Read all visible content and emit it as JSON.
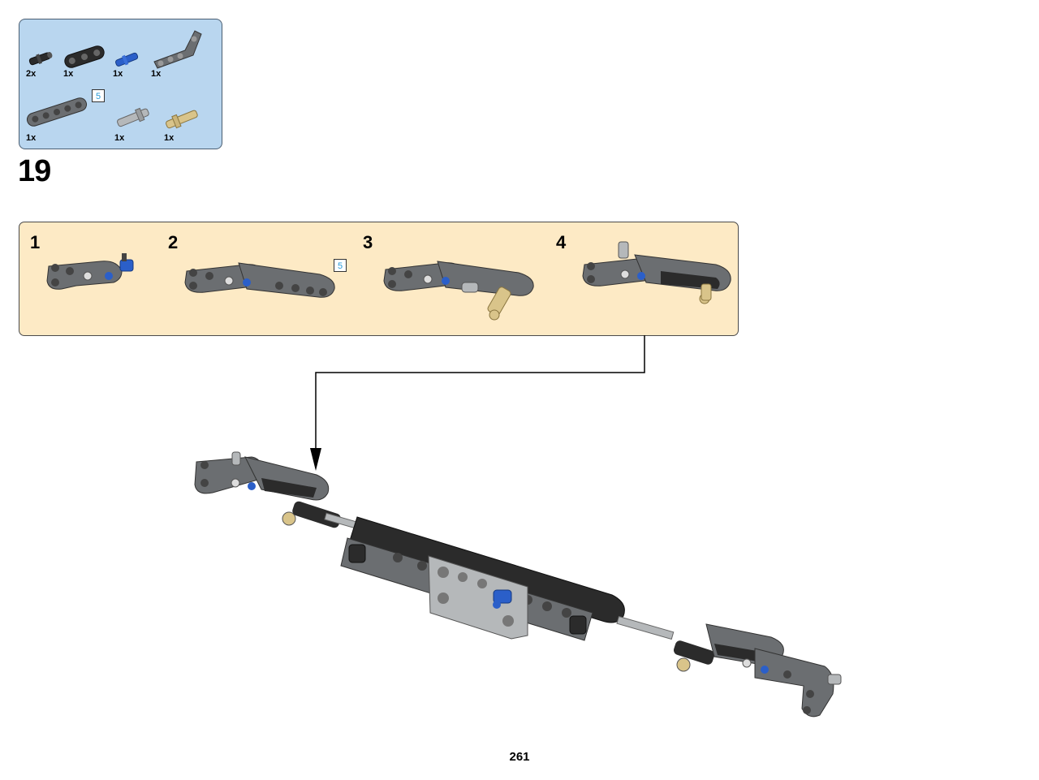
{
  "parts_list": {
    "items": [
      {
        "qty": "2x",
        "icon": "black-friction-pin-icon"
      },
      {
        "qty": "1x",
        "icon": "black-liftarm-3-icon"
      },
      {
        "qty": "1x",
        "icon": "blue-axle-pin-icon"
      },
      {
        "qty": "1x",
        "icon": "grey-l-liftarm-icon"
      },
      {
        "qty": "1x",
        "icon": "grey-liftarm-5-icon",
        "length_label": "5"
      },
      {
        "qty": "1x",
        "icon": "light-grey-long-pin-icon"
      },
      {
        "qty": "1x",
        "icon": "tan-axle-pin-icon"
      }
    ]
  },
  "step": {
    "number": "19"
  },
  "substeps": [
    {
      "number": "1"
    },
    {
      "number": "2",
      "length_label": "5"
    },
    {
      "number": "3"
    },
    {
      "number": "4"
    }
  ],
  "page": {
    "number": "261"
  },
  "colors": {
    "parts_bg": "#b9d6ef",
    "substep_bg": "#fdeac5",
    "dark_grey": "#5f6366",
    "black": "#2b2b2b",
    "blue": "#2b5fc9",
    "tan": "#d9c48a",
    "light_grey": "#b5b8ba"
  }
}
